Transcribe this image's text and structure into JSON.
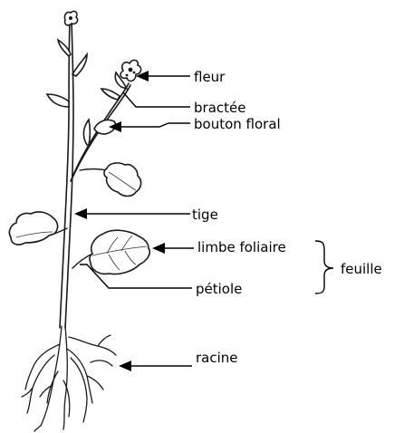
{
  "labels": {
    "fleur": "fleur",
    "bractee": "bractée",
    "bouton_floral": "bouton floral",
    "tige": "tige",
    "limbe_foliaire": "limbe foliaire",
    "petiole": "pétiole",
    "feuille": "feuille",
    "racine": "racine"
  }
}
